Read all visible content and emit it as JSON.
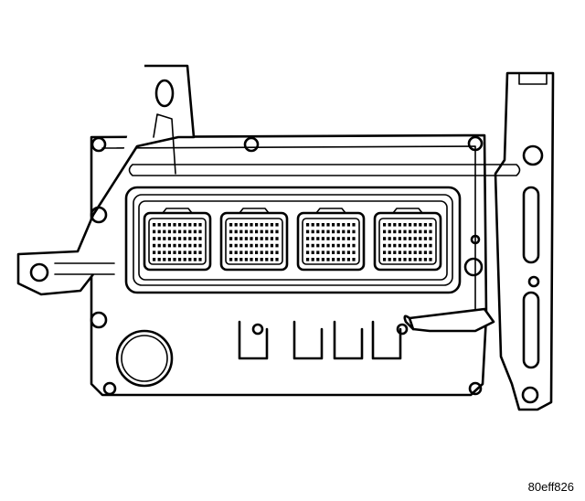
{
  "figure": {
    "code": "80eff826"
  },
  "connectors": [
    {
      "id": "c1"
    },
    {
      "id": "c2"
    },
    {
      "id": "c3"
    },
    {
      "id": "c4"
    }
  ],
  "colors": {
    "ink": "#000000",
    "paper": "#ffffff"
  }
}
